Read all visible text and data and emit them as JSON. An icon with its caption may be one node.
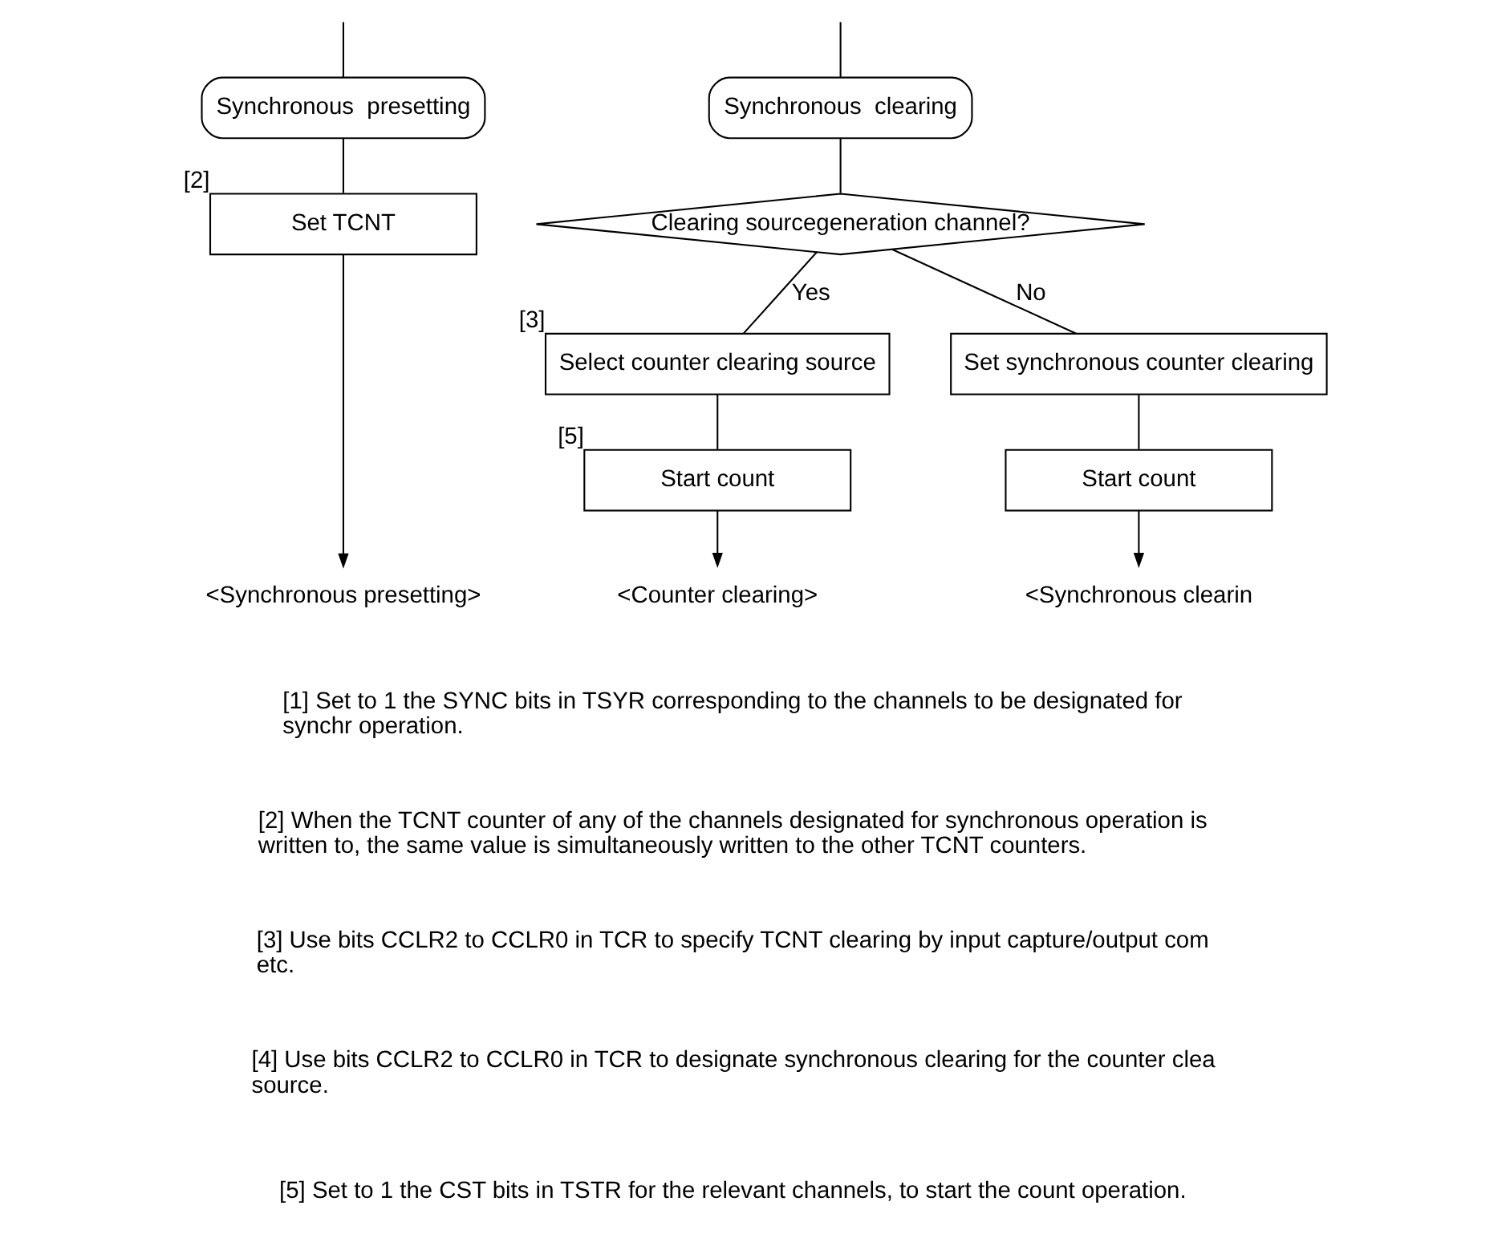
{
  "diagram": {
    "nodes": [
      {
        "text": [
          "Synchronous  presetting"
        ]
      },
      {
        "text": [
          "Set TCNT"
        ],
        "beside": [
          "[2]"
        ]
      },
      {
        "text": [
          "<Synchronous presetting>"
        ]
      },
      {
        "text": [
          "Synchronous  clearing"
        ]
      },
      {
        "text": [
          "Clearing sourcegeneration channel?"
        ]
      },
      {
        "text": [
          "Select counter clearing source"
        ],
        "beside": [
          "[3]"
        ]
      },
      {
        "text": [
          "Start count"
        ],
        "beside": [
          "[5]"
        ]
      },
      {
        "text": [
          "<Counter clearing>"
        ]
      },
      {
        "text": [
          "Set synchronous counter clearing"
        ]
      },
      {
        "text": [
          "Start count"
        ]
      },
      {
        "text": [
          "<Synchronous clearin"
        ]
      }
    ],
    "edges": [
      {
        "from": null,
        "to": 0,
        "arrow": "none"
      },
      {
        "from": 0,
        "to": 1,
        "arrow": "none"
      },
      {
        "from": 1,
        "to": 2,
        "arrow": "to"
      },
      {
        "from": null,
        "to": 3,
        "arrow": "none"
      },
      {
        "from": 3,
        "to": 4,
        "arrow": "none"
      },
      {
        "from": 4,
        "to": 5,
        "arrow": "none",
        "label": "Yes"
      },
      {
        "from": 5,
        "to": 6,
        "arrow": "none"
      },
      {
        "from": 6,
        "to": 7,
        "arrow": "to"
      },
      {
        "from": 4,
        "to": 8,
        "arrow": "none",
        "label": "No"
      },
      {
        "from": 8,
        "to": 9,
        "arrow": "none"
      },
      {
        "from": 9,
        "to": 10,
        "arrow": "to"
      }
    ],
    "labels": [
      "[1] Set to 1 the SYNC bits in TSYR corresponding to the channels to be designated for synchr operation.",
      "[2] When the TCNT counter of any of the channels designated for synchronous operation is written to, the same value is simultaneously written to the other TCNT counters.",
      "[3] Use bits CCLR2 to CCLR0 in TCR to specify TCNT clearing by input capture/output com etc.",
      "[4] Use bits CCLR2 to CCLR0 in TCR to designate synchronous clearing for the counter clea source.",
      "[5] Set to 1 the CST bits in TSTR for the relevant channels, to start the count operation."
    ]
  }
}
